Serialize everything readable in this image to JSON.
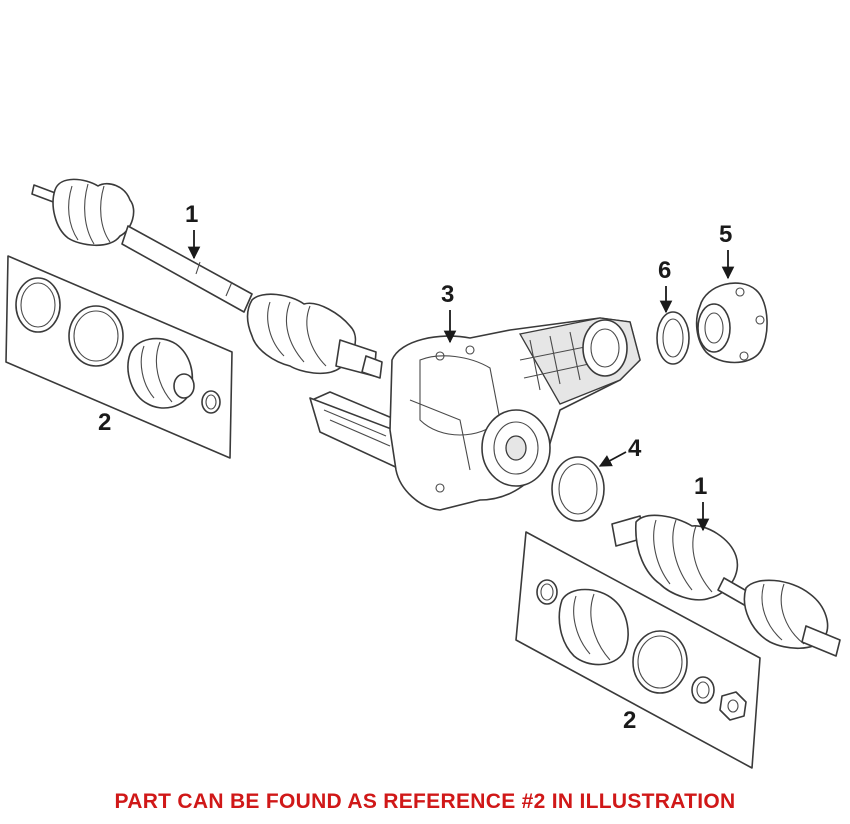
{
  "callouts": {
    "c1a": "1",
    "c1b": "1",
    "c2a": "2",
    "c2b": "2",
    "c3": "3",
    "c4": "4",
    "c5": "5",
    "c6": "6"
  },
  "caption": {
    "text": "PART CAN BE FOUND AS REFERENCE #2 IN ILLUSTRATION",
    "color": "#d01818"
  }
}
